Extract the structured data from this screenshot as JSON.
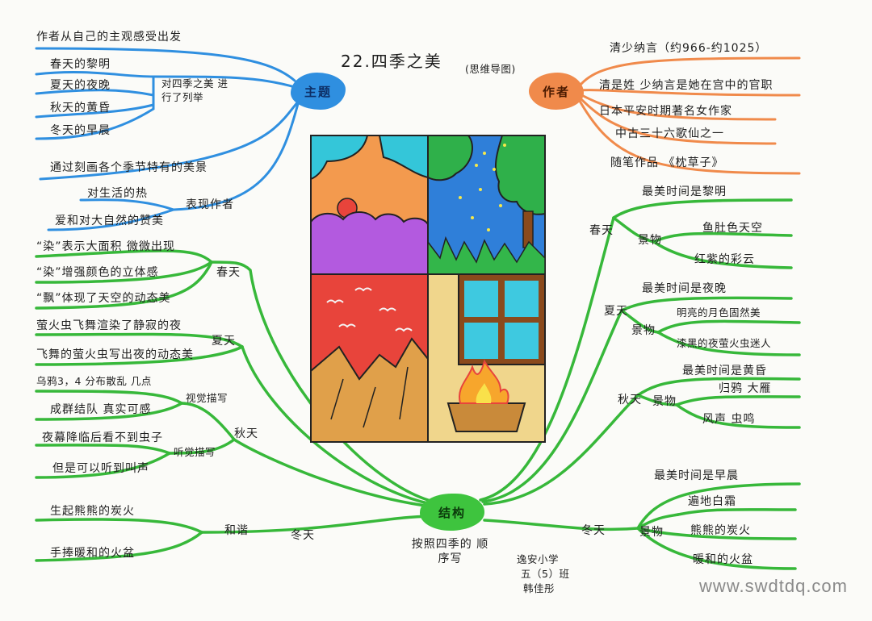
{
  "title": "22.四季之美",
  "subtitle": "思维导图",
  "colors": {
    "theme": "#2f8fe0",
    "author": "#f08a4b",
    "structure": "#3ec43e"
  },
  "theme": {
    "center": "主题",
    "top": "作者从自己的主观感受出发",
    "list_label": "对四季之美 进行了列举",
    "list": [
      "春天的黎明",
      "夏天的夜晚",
      "秋天的黄昏",
      "冬天的早晨"
    ],
    "scene": "通过刻画各个季节特有的美景",
    "express_label": "表现作者",
    "express": [
      "对生活的热",
      "爱和对大自然的赞美"
    ]
  },
  "author": {
    "center": "作者",
    "items": [
      "清少纳言（约966-约1025）",
      "清是姓 少纳言是她在宫中的官职",
      "日本平安时期著名女作家",
      "中古三十六歌仙之一",
      "随笔作品 《枕草子》"
    ]
  },
  "structure": {
    "center": "结构",
    "note": "按照四季的 顺序写",
    "signature": [
      "逸安小学",
      "五（5）班",
      "韩佳彤"
    ],
    "left": {
      "spring": {
        "label": "春天",
        "items": [
          "“染”表示大面积 微微出现",
          "“染”增强颜色的立体感",
          "“飘”体现了天空的动态美"
        ]
      },
      "summer": {
        "label": "夏天",
        "items": [
          "萤火虫飞舞渲染了静寂的夜",
          "飞舞的萤火虫写出夜的动态美"
        ]
      },
      "autumn": {
        "label": "秋天",
        "visual": "视觉描写",
        "visual_items": [
          "乌鸦3，4 分布散乱 几点",
          "成群结队 真实可感"
        ],
        "hearing": "听觉描写",
        "hearing_items": [
          "夜幕降临后看不到虫子",
          "但是可以听到叫声"
        ]
      },
      "winter": {
        "label": "冬天",
        "harmony": "和谐",
        "items": [
          "生起熊熊的炭火",
          "手捧暖和的火盆"
        ]
      }
    },
    "right": {
      "spring": {
        "label": "春天",
        "best": "最美时间是黎明",
        "scene_label": "景物",
        "scenes": [
          "鱼肚色天空",
          "红紫的彩云"
        ]
      },
      "summer": {
        "label": "夏天",
        "best": "最美时间是夜晚",
        "scene_label": "景物",
        "scenes": [
          "明亮的月色固然美",
          "漆黑的夜萤火虫迷人"
        ]
      },
      "autumn": {
        "label": "秋天",
        "best": "最美时间是黄昏",
        "scene_label": "景物",
        "scenes": [
          "归鸦 大雁",
          "风声 虫鸣"
        ]
      },
      "winter": {
        "label": "冬天",
        "best": "最美时间是早晨",
        "scene_label": "景物",
        "scenes": [
          "遍地白霜",
          "熊熊的炭火",
          "暖和的火盆"
        ]
      }
    }
  },
  "watermark": "www.swdtdq.com"
}
